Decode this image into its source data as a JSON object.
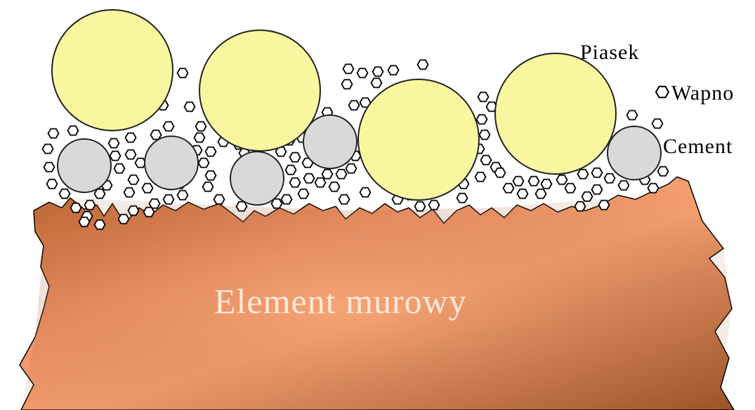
{
  "labels": {
    "sand": "Piasek",
    "lime": "Wapno",
    "cement": "Cement",
    "masonry_unit": "Element murowy"
  },
  "colors": {
    "sand_fill": "#f8f7a0",
    "cement_fill": "#d9d9d9",
    "brick_light": "#f7a272",
    "brick_dark": "#9a5428",
    "outline": "#000000",
    "background": "#ffffff"
  },
  "icons": {
    "lime_marker": "hexagon-icon"
  }
}
